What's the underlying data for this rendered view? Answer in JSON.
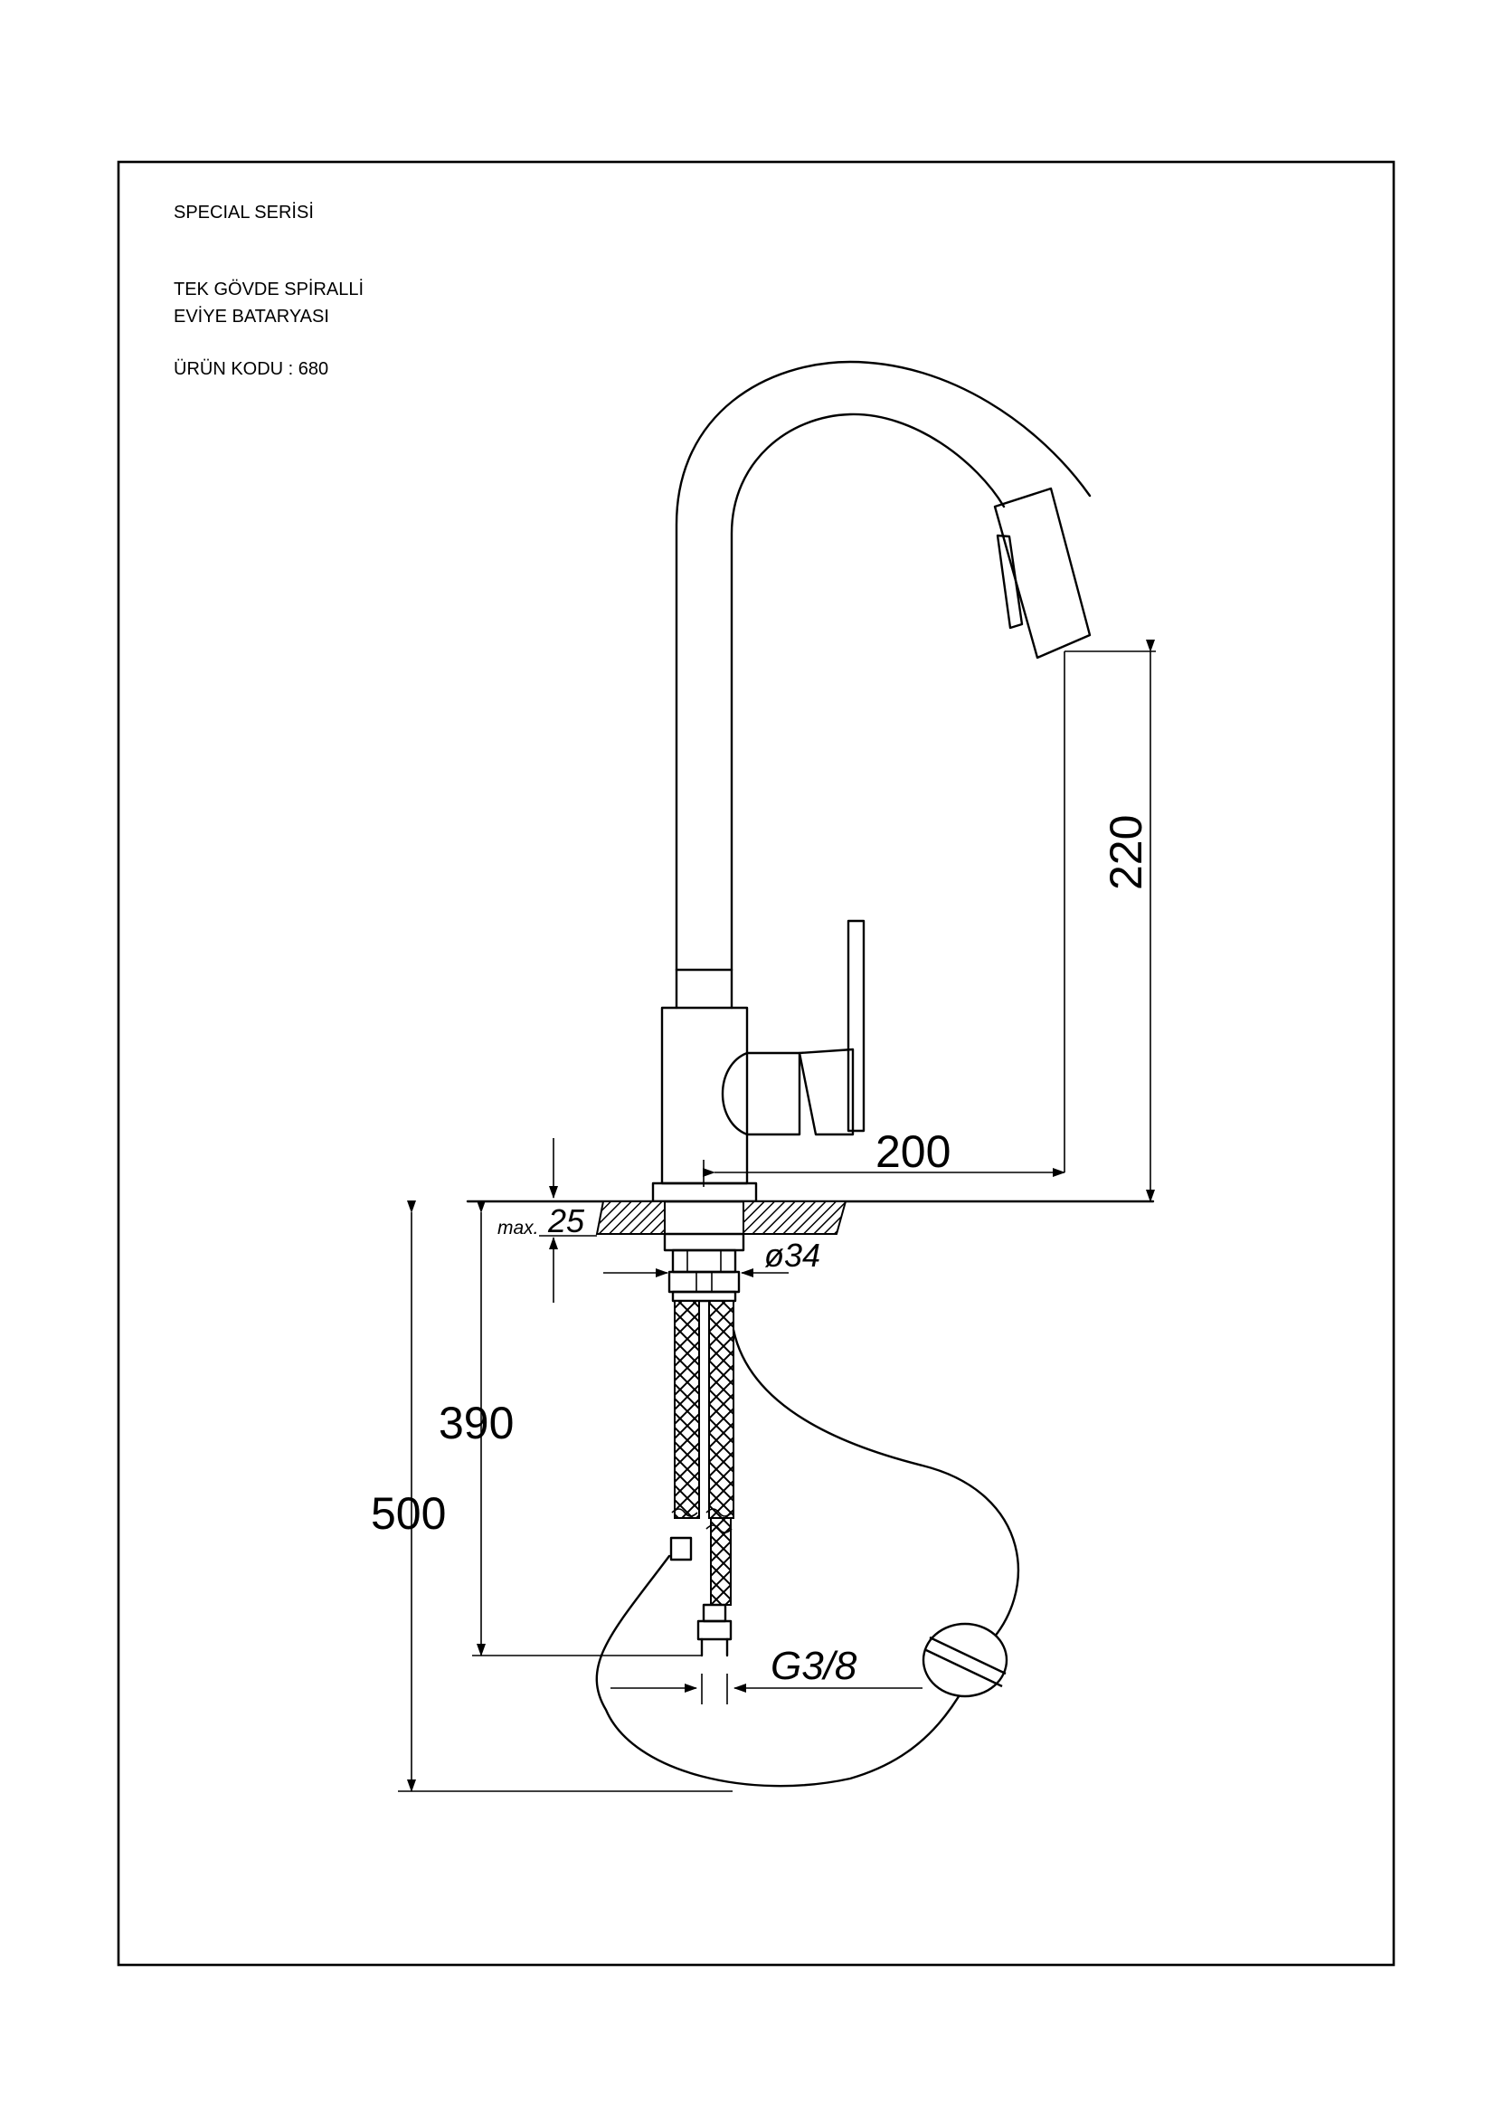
{
  "header": {
    "series": "SPECIAL SERİSİ",
    "product_line1": "TEK GÖVDE SPİRALLİ",
    "product_line2": "EVİYE BATARYASI",
    "product_code": "ÜRÜN KODU : 680"
  },
  "dimensions": {
    "spout_height": "220",
    "spout_reach": "200",
    "max_counter_label": "max.",
    "max_counter_value": "25",
    "shank_diameter": "ø34",
    "hose_length": "390",
    "total_below": "500",
    "connection_thread": "G3/8"
  },
  "colors": {
    "line": "#000000",
    "background": "#ffffff"
  }
}
